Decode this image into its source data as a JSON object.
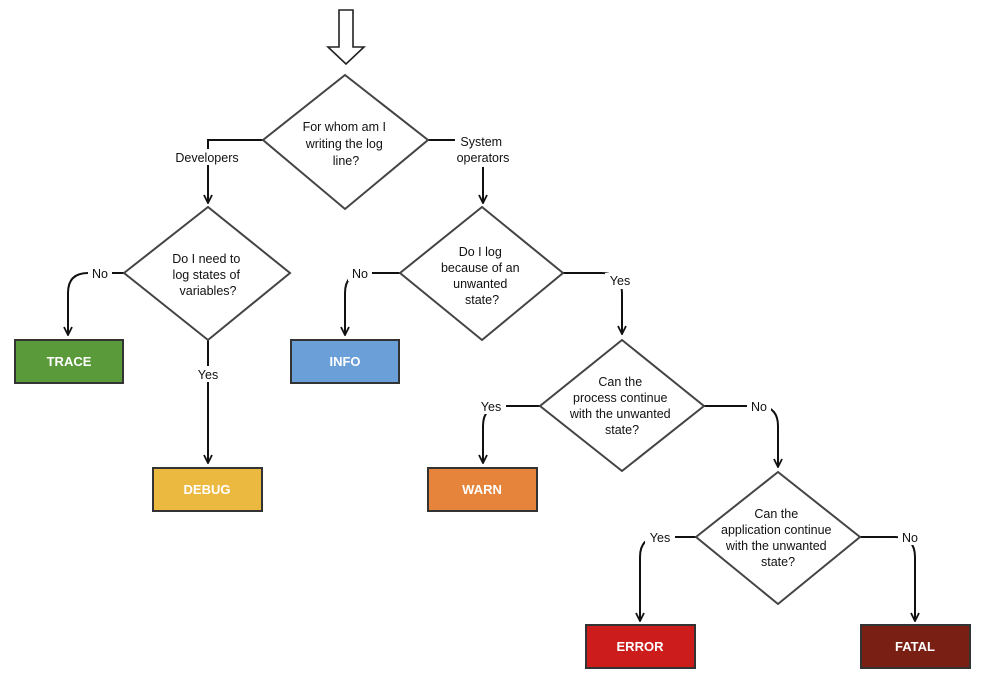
{
  "questions": {
    "q1": {
      "lines": [
        "For whom am I",
        "writing the log",
        "line?"
      ]
    },
    "q2": {
      "lines": [
        "Do I need to",
        "log states of",
        "variables?"
      ]
    },
    "q3": {
      "lines": [
        "Do I log",
        "because of an",
        "unwanted",
        "state?"
      ]
    },
    "q4": {
      "lines": [
        "Can the",
        "process continue",
        "with the unwanted",
        "state?"
      ]
    },
    "q5": {
      "lines": [
        "Can the",
        "application continue",
        "with the unwanted",
        "state?"
      ]
    }
  },
  "edge_labels": {
    "developers": "Developers",
    "system_operators": [
      "System",
      "operators"
    ],
    "q2_no": "No",
    "q2_yes": "Yes",
    "q3_no": "No",
    "q3_yes": "Yes",
    "q4_yes": "Yes",
    "q4_no": "No",
    "q5_yes": "Yes",
    "q5_no": "No"
  },
  "levels": {
    "trace": {
      "label": "TRACE",
      "color": "#5a9a3a"
    },
    "debug": {
      "label": "DEBUG",
      "color": "#ecb940"
    },
    "info": {
      "label": "INFO",
      "color": "#6a9fd8"
    },
    "warn": {
      "label": "WARN",
      "color": "#e5843a"
    },
    "error": {
      "label": "ERROR",
      "color": "#cc1c1c"
    },
    "fatal": {
      "label": "FATAL",
      "color": "#7a1f14"
    }
  }
}
